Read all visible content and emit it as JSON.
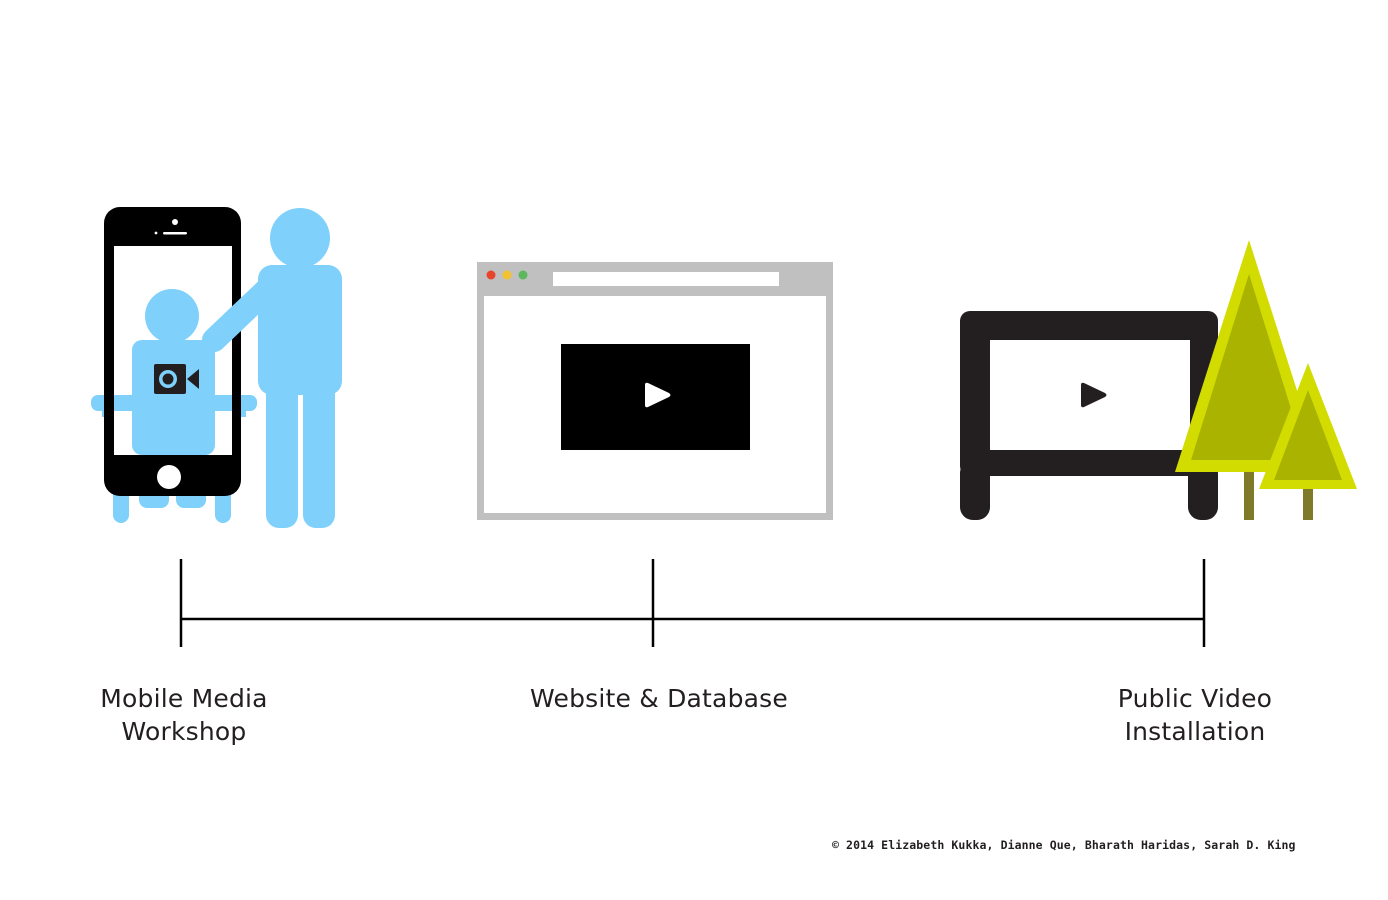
{
  "steps": [
    {
      "label": "Mobile Media\nWorkshop"
    },
    {
      "label": "Website & Database"
    },
    {
      "label": "Public Video\nInstallation"
    }
  ],
  "copyright": "© 2014 Elizabeth Kukka, Dianne Que, Bharath Haridas, Sarah D. King",
  "colors": {
    "figure_blue": "#7fd0fb",
    "ink": "#000000",
    "browser_gray": "#c0c0c0",
    "tv_frame": "#231f20",
    "tree_outline": "#d2dc00",
    "tree_fill": "#aab400",
    "tree_trunk": "#7e7a2a",
    "btn_close": "#e8452c",
    "btn_min": "#f4c230",
    "btn_max": "#5cb85c"
  },
  "icons": [
    "smartphone-icon",
    "person-icon",
    "video-camera-icon",
    "browser-window-icon",
    "play-icon",
    "tv-screen-icon",
    "tree-icon"
  ]
}
